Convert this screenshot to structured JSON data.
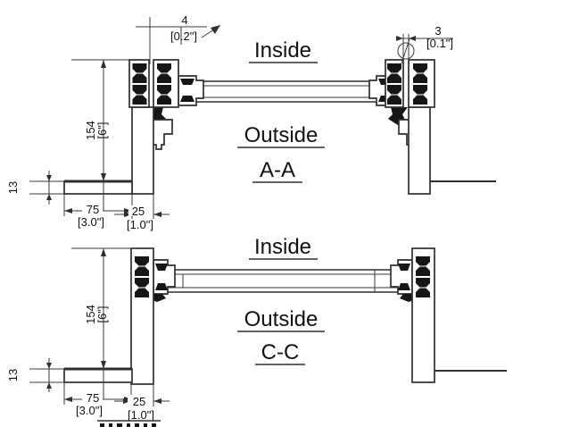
{
  "colors": {
    "background": "#ffffff",
    "line": "#2f2f2f",
    "text": "#111111"
  },
  "sections": [
    {
      "name": "A-A",
      "labels": {
        "inside": "Inside",
        "outside": "Outside",
        "section": "A-A"
      },
      "dims": {
        "gap_top": {
          "mm": "4",
          "inch": "[0.2\"]"
        },
        "gap_glass": {
          "mm": "3",
          "inch": "[0.1\"]"
        },
        "height": {
          "mm": "154",
          "inch": "[6\"]"
        },
        "sill": {
          "mm": "13"
        },
        "projection": {
          "mm": "75",
          "inch": "[3.0\"]"
        },
        "depth": {
          "mm": "25",
          "inch": "[1.0\"]"
        }
      }
    },
    {
      "name": "C-C",
      "labels": {
        "inside": "Inside",
        "outside": "Outside",
        "section": "C-C"
      },
      "dims": {
        "height": {
          "mm": "154",
          "inch": "[6\"]"
        },
        "sill": {
          "mm": "13"
        },
        "projection": {
          "mm": "75",
          "inch": "[3.0\"]"
        },
        "depth": {
          "mm": "25",
          "inch": "[1.0\"]"
        }
      }
    }
  ]
}
